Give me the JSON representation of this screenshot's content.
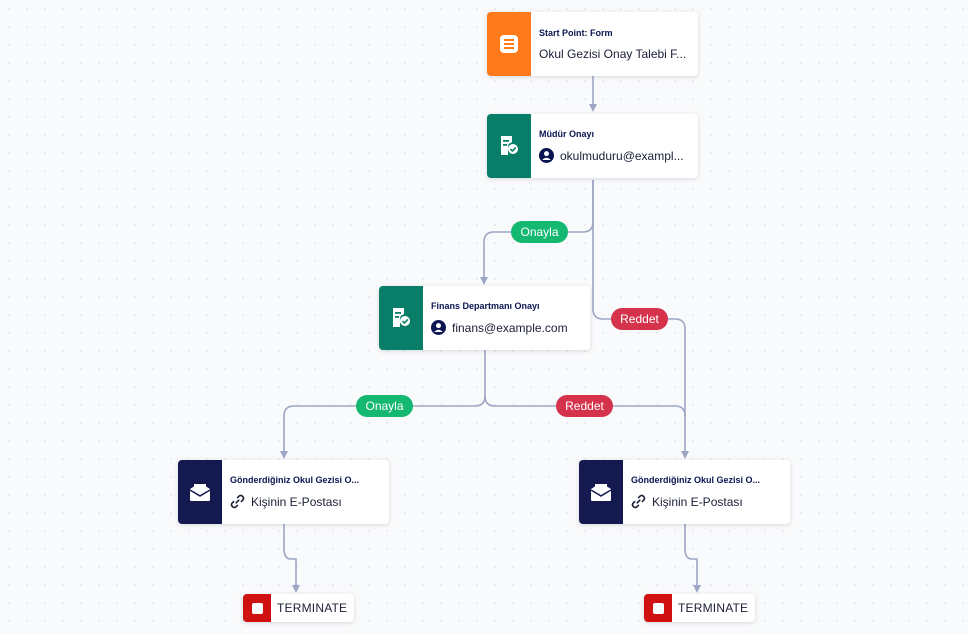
{
  "colors": {
    "orange": "#ff7a1a",
    "teal": "#087e68",
    "navy": "#141a4f",
    "approve": "#14b870",
    "reject": "#d5334c",
    "terminate": "#cf1111",
    "edge": "#9ea6c5"
  },
  "nodes": {
    "start": {
      "title": "Start Point: Form",
      "subtitle": "Okul Gezisi Onay Talebi F...",
      "icon": "form-icon"
    },
    "principal": {
      "title": "Müdür Onayı",
      "subtitle": "okulmuduru@exampl...",
      "icon": "approval-icon",
      "sub_icon": "user-icon"
    },
    "finance": {
      "title": "Finans Departmanı Onayı",
      "subtitle": "finans@example.com",
      "icon": "approval-icon",
      "sub_icon": "user-icon"
    },
    "email_left": {
      "title": "Gönderdiğiniz Okul Gezisi O...",
      "subtitle": "Kişinin E-Postası",
      "icon": "mail-icon",
      "sub_icon": "link-icon"
    },
    "email_right": {
      "title": "Gönderdiğiniz Okul Gezisi O...",
      "subtitle": "Kişinin E-Postası",
      "icon": "mail-icon",
      "sub_icon": "link-icon"
    }
  },
  "edges": {
    "approve_1": "Onayla",
    "reject_1": "Reddet",
    "approve_2": "Onayla",
    "reject_2": "Reddet"
  },
  "terminals": {
    "left": "TERMINATE",
    "right": "TERMINATE"
  }
}
